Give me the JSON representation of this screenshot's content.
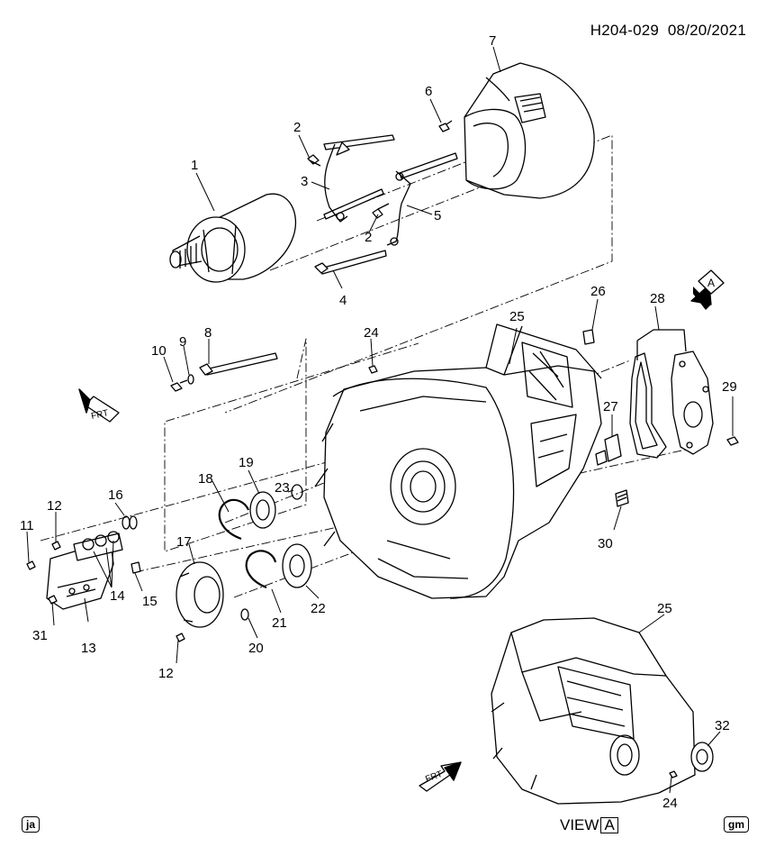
{
  "header": {
    "doc_code": "H204-029",
    "date": "08/20/2021"
  },
  "callouts": [
    "1",
    "2",
    "2",
    "3",
    "4",
    "5",
    "6",
    "7",
    "8",
    "9",
    "10",
    "11",
    "12",
    "12",
    "13",
    "14",
    "15",
    "16",
    "17",
    "18",
    "19",
    "20",
    "21",
    "22",
    "23",
    "24",
    "24",
    "25",
    "25",
    "26",
    "27",
    "28",
    "29",
    "30",
    "31",
    "32"
  ],
  "direction_marks": {
    "front": "FRT",
    "view_arrow": "A"
  },
  "footer": {
    "left_badge": "ja",
    "view_label": "VIEW",
    "view_letter": "A",
    "brand": "gm"
  }
}
